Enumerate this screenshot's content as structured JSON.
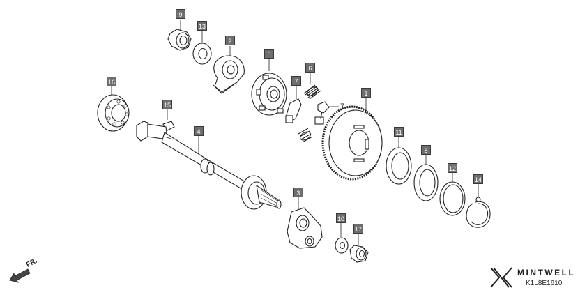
{
  "diagram": {
    "callouts": [
      "9",
      "13",
      "2",
      "5",
      "6",
      "7",
      "16",
      "15",
      "4",
      "1",
      "11",
      "8",
      "12",
      "14",
      "3",
      "10",
      "17"
    ],
    "plain_label": "7",
    "direction_label": "FR.",
    "ref_code": "K1L8E1610"
  },
  "brand": {
    "name": "MINTWELL"
  },
  "colors": {
    "ink": "#222222",
    "callout_fill": "#6e6e6e",
    "part_fill": "#ffffff"
  },
  "icons": {
    "direction": "arrow-down-left-icon",
    "logo": "mintwell-logo-icon"
  }
}
